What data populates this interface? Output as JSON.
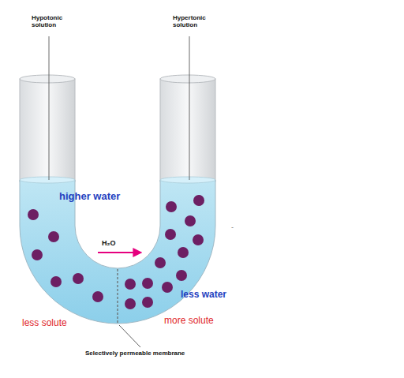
{
  "diagram": {
    "labels": [
      "Hypotonic solution",
      "Hypertonic solution",
      "higher water",
      "H₂O",
      "less water",
      "less solute",
      "more solute",
      "Selectively permeable membrane",
      "-"
    ]
  }
}
